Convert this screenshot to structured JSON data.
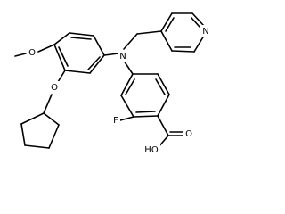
{
  "molecule": {
    "atom_labels": {
      "methoxy_oxygen": "O",
      "cyclopentyloxy_oxygen": "O",
      "amine_nitrogen": "N",
      "pyridine_nitrogen": "N",
      "fluorine": "F",
      "hydroxyl": "HO",
      "carbonyl_oxygen": "O"
    },
    "colors": {
      "bond": "#000000",
      "label": "#000000",
      "background": "#ffffff"
    }
  }
}
